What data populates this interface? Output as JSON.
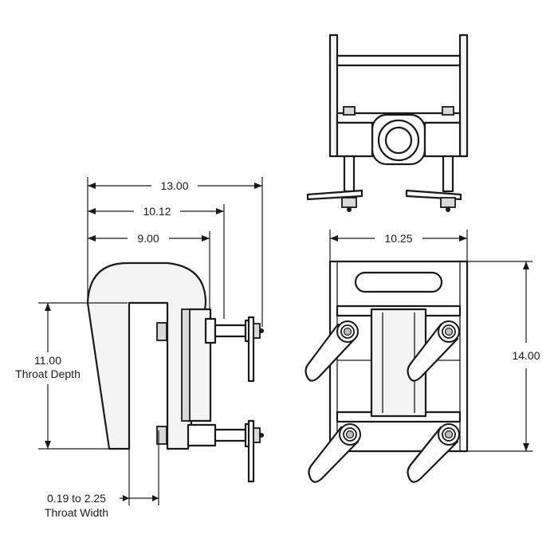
{
  "dimensions": {
    "overall_length": "13.00",
    "mid_length": "10.12",
    "inner_length": "9.00",
    "throat_depth_value": "11.00",
    "throat_depth_label": "Throat Depth",
    "top_width": "10.25",
    "height": "14.00",
    "throat_width_value": "0.19 to 2.25",
    "throat_width_label": "Throat Width"
  }
}
